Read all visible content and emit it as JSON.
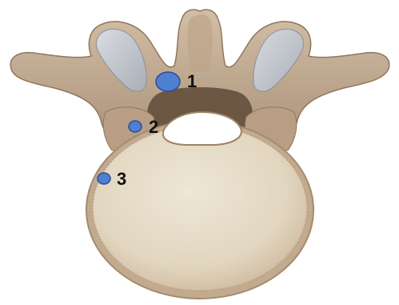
{
  "figure": {
    "subject": "vertebra-superior-view",
    "colors": {
      "bone": "#c9b39a",
      "bone_dark": "#9f876d",
      "bone_shadow": "#7d6650",
      "body_face": "#e6dcc8",
      "body_rim": "#b49a80",
      "facet": "#b8bcc4",
      "facet_light": "#d4d7dc",
      "canal": "#ffffff",
      "marker_fill": "#4f7fd0",
      "marker_stroke": "#2d4f96",
      "label_text": "#111111"
    },
    "markers": [
      {
        "label": "1"
      },
      {
        "label": "2"
      },
      {
        "label": "3"
      }
    ]
  }
}
